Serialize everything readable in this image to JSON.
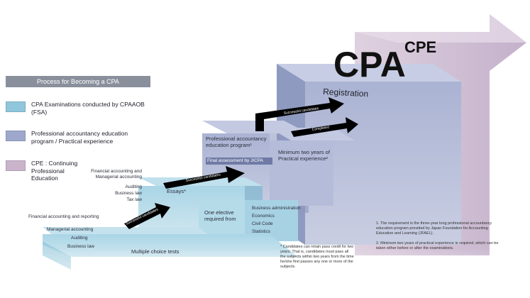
{
  "legend": {
    "title": "Process for Becoming a CPA",
    "items": [
      {
        "label": "CPA Examinations conducted by CPAAOB (FSA)",
        "color": "#8fc6dc"
      },
      {
        "label": "Professional accountancy education program / Practical experience",
        "color": "#9ea8cc"
      },
      {
        "label": "CPE : Continuing Professional Education",
        "color": "#c9b4cc"
      }
    ]
  },
  "headline": {
    "cpa": "CPA",
    "cpe": "CPE"
  },
  "registration": "Registration",
  "professional_program": {
    "label": "Professional accountancy education program¹",
    "final_assessment": "Final assessment by JICPA"
  },
  "practical": "Minimum two years of Practical experience²",
  "completed": "Completed",
  "arrows": {
    "successful_candidates": "Successful candidates"
  },
  "essays": {
    "label": "Essays*",
    "subjects": [
      "Financial accounting and Managerial accounting",
      "Auditing",
      "Business law",
      "Tax law"
    ],
    "elective_label": "One elective required from",
    "electives": [
      "Business administration",
      "Economics",
      "Civil Code",
      "Statistics"
    ]
  },
  "multiple_choice": {
    "label": "Multiple choice tests",
    "subjects": [
      "Financial accounting and reporting",
      "Managerial accounting",
      "Auditing",
      "Business law"
    ]
  },
  "notes": {
    "essay_note": "* Candidates can retain pass credit for two years. That is, candidates must pass all the subjects within two years from the time he/she first passes any one or more of the subjects.",
    "footnote1": "1. The requirement is the three-year long professional accountancy education program provided by Japan Foundation for Accounting Education and Learning (JFAEL).",
    "footnote2": "2. Minimum two years of practical experience is required, which can be taken either before or after the examinations."
  },
  "colors": {
    "cpa_exam": "#8fc6dc",
    "professional": "#9ea8cc",
    "cpe": "#c9b4cc",
    "arrow": "#000000"
  }
}
